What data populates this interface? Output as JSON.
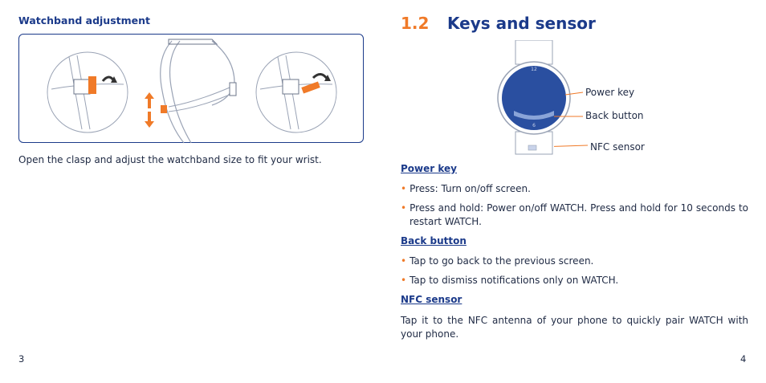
{
  "left_page": {
    "heading": "Watchband adjustment",
    "caption": "Open the clasp and adjust the watchband size to fit your wrist.",
    "page_number": "3"
  },
  "right_page": {
    "section_number": "1.2",
    "section_title": "Keys and sensor",
    "callouts": {
      "power_key": "Power key",
      "back_button": "Back button",
      "nfc_sensor": "NFC sensor"
    },
    "watch_face": {
      "top_mark": "12",
      "bottom_mark": "6"
    },
    "sections": {
      "power": {
        "title": "Power key",
        "bullets": [
          "Press: Turn on/off screen.",
          "Press and hold: Power on/off WATCH. Press and hold for 10 seconds to restart WATCH."
        ]
      },
      "back": {
        "title": "Back button",
        "bullets": [
          "Tap to go back to the previous screen.",
          "Tap to dismiss notifications only on WATCH."
        ]
      },
      "nfc": {
        "title": "NFC sensor",
        "text": "Tap it to the NFC antenna of your phone to quickly pair WATCH with your phone."
      }
    },
    "page_number": "4"
  },
  "colors": {
    "accent": "#f07a28",
    "brand": "#1b3a8a",
    "face": "#2a4fa0"
  }
}
